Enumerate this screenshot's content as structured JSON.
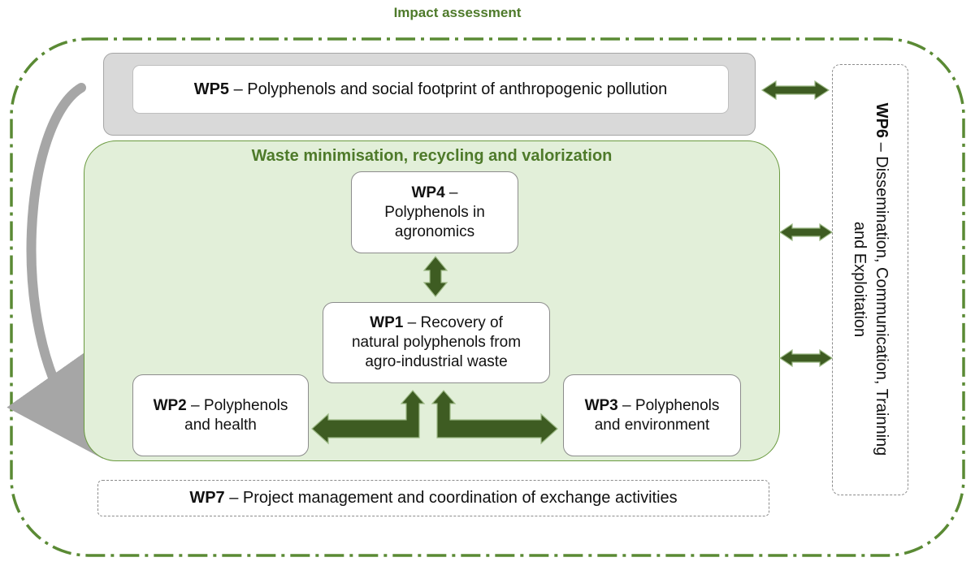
{
  "impact_title": "Impact assessment",
  "wp5": {
    "code": "WP5",
    "text": " – Polyphenols and social footprint of anthropogenic pollution"
  },
  "region_title": "Waste minimisation, recycling and valorization",
  "wp4": {
    "code": "WP4",
    "dash": " –",
    "line1": "Polyphenols in",
    "line2": "agronomics"
  },
  "wp1": {
    "code": "WP1",
    "line1_rest": " – Recovery of",
    "line2": "natural polyphenols from",
    "line3": "agro-industrial waste"
  },
  "wp2": {
    "code": "WP2",
    "line1_rest": " – Polyphenols",
    "line2": "and health"
  },
  "wp3": {
    "code": "WP3",
    "line1_rest": " – Polyphenols",
    "line2": "and environment"
  },
  "wp6": {
    "code": "WP6",
    "line1_rest": " – Dissemination, Communication, Trainning",
    "line2": "and Exploitation"
  },
  "wp7": {
    "code": "WP7",
    "text": " – Project management and coordination of exchange activities"
  },
  "colors": {
    "outer_dash": "#5a8a34",
    "arrow": "#3e5c22",
    "arrow_outline": "#9bb884",
    "region_fill": "#e2efd9",
    "grey_arrow": "#a6a6a6"
  }
}
